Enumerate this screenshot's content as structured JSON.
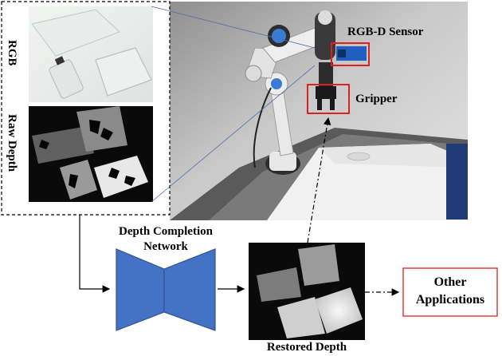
{
  "panels": {
    "rgb_label": "RGB",
    "raw_depth_label": "Raw Depth"
  },
  "photo": {
    "sensor_label": "RGB-D Sensor",
    "gripper_label": "Gripper"
  },
  "network": {
    "label_line1": "Depth Completion",
    "label_line2": "Network",
    "color": "#4472C4"
  },
  "output": {
    "restored_label": "Restored Depth",
    "other_line1": "Other",
    "other_line2": "Applications",
    "box_color": "#e03030"
  }
}
